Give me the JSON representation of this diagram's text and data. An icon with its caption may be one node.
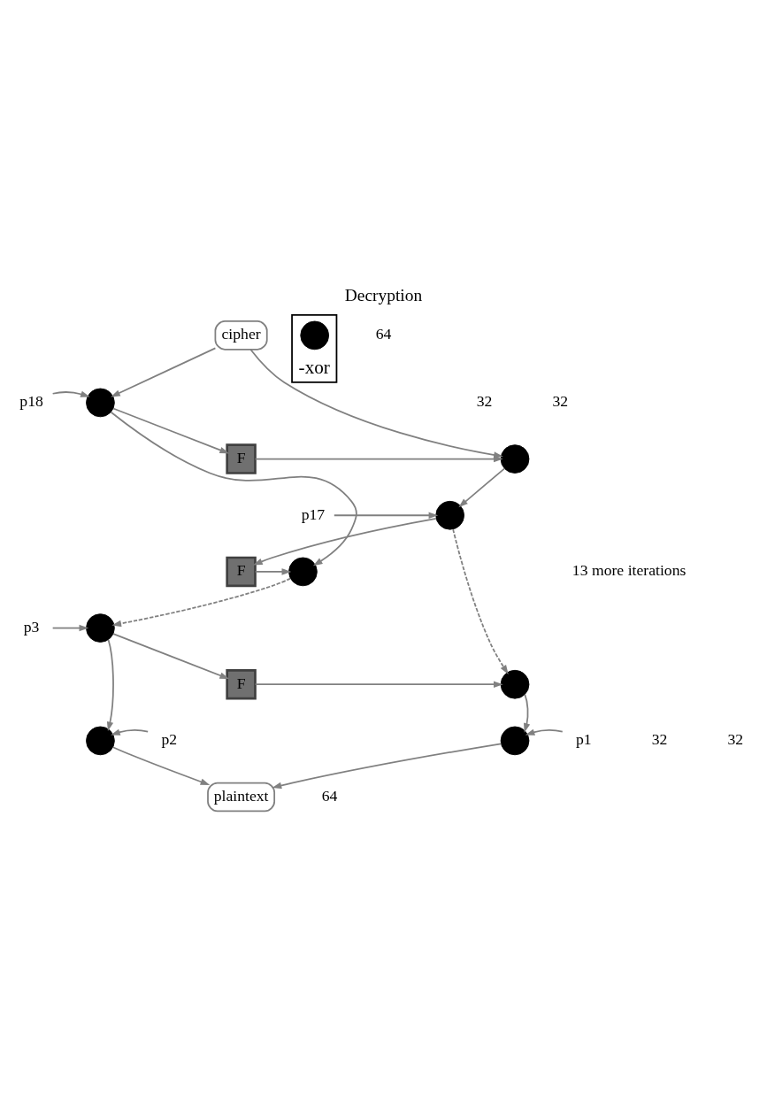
{
  "diagram": {
    "title": "Decryption",
    "nodes": [
      {
        "text": [
          "cipher"
        ]
      },
      {
        "text": [
          "p18"
        ]
      },
      {
        "text": [],
        "shape": "circle"
      },
      {
        "text": [
          "F"
        ]
      },
      {
        "text": [],
        "shape": "circle"
      },
      {
        "text": [
          "p17"
        ]
      },
      {
        "text": [],
        "shape": "circle"
      },
      {
        "text": [
          "F"
        ]
      },
      {
        "text": [],
        "shape": "circle"
      },
      {
        "text": [
          "p3"
        ]
      },
      {
        "text": [],
        "shape": "circle"
      },
      {
        "text": [
          "F"
        ]
      },
      {
        "text": [],
        "shape": "circle"
      },
      {
        "text": [
          "p2"
        ]
      },
      {
        "text": [],
        "shape": "circle"
      },
      {
        "text": [],
        "shape": "circle"
      },
      {
        "text": [
          "p1"
        ]
      },
      {
        "text": [
          "plaintext"
        ]
      },
      {
        "text": [
          "-xor"
        ]
      },
      {
        "text": [],
        "shape": "circle",
        "in": 18
      }
    ],
    "edges": [
      {
        "from": 0,
        "to": 2,
        "arrow": "to"
      },
      {
        "from": 0,
        "to": 4,
        "arrow": "to"
      },
      {
        "from": 1,
        "to": 2,
        "arrow": "to"
      },
      {
        "from": 2,
        "to": 3,
        "arrow": "to"
      },
      {
        "from": 3,
        "to": 4,
        "arrow": "to"
      },
      {
        "from": 2,
        "to": 8,
        "arrow": "to"
      },
      {
        "from": 4,
        "to": 6,
        "arrow": "to"
      },
      {
        "from": 5,
        "to": 6,
        "arrow": "to"
      },
      {
        "from": 6,
        "to": 7,
        "arrow": "to"
      },
      {
        "from": 7,
        "to": 8,
        "arrow": "to"
      },
      {
        "from": 6,
        "to": 12,
        "arrow": "to",
        "style": "dashed"
      },
      {
        "from": 8,
        "to": 10,
        "arrow": "to",
        "style": "dashed"
      },
      {
        "from": 9,
        "to": 10,
        "arrow": "to"
      },
      {
        "from": 10,
        "to": 11,
        "arrow": "to"
      },
      {
        "from": 11,
        "to": 12,
        "arrow": "to"
      },
      {
        "from": 10,
        "to": 14,
        "arrow": "to"
      },
      {
        "from": 12,
        "to": 15,
        "arrow": "to"
      },
      {
        "from": 13,
        "to": 14,
        "arrow": "to"
      },
      {
        "from": 16,
        "to": 15,
        "arrow": "to"
      },
      {
        "from": 14,
        "to": 17,
        "arrow": "to"
      },
      {
        "from": 15,
        "to": 17,
        "arrow": "to"
      }
    ],
    "labels": [
      "64",
      "32",
      "32",
      "13 more iterations",
      "32",
      "32",
      "64"
    ]
  }
}
